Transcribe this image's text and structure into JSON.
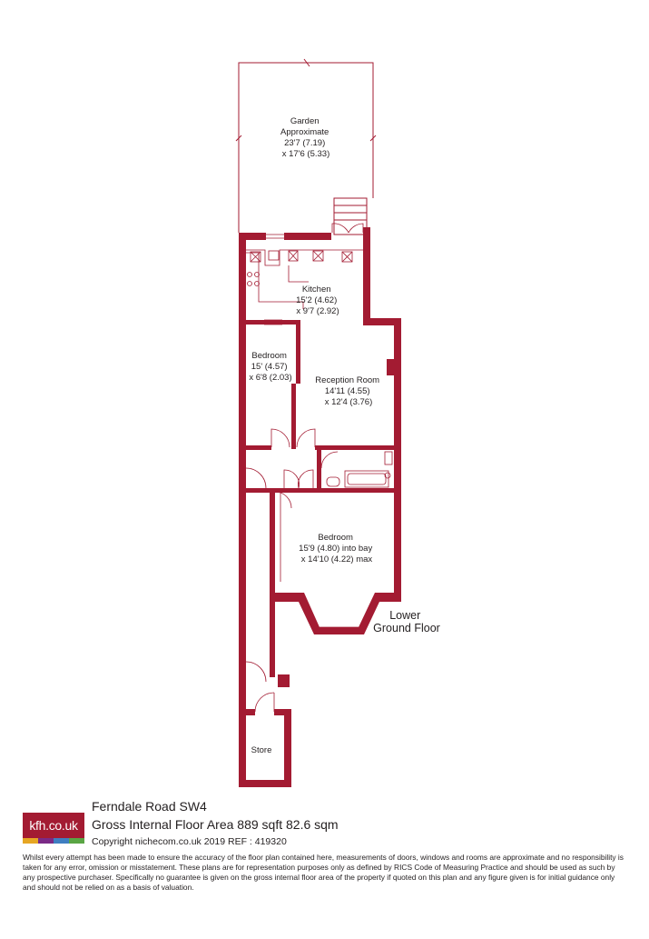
{
  "property": {
    "address": "Ferndale Road  SW4",
    "floor_area": "Gross Internal Floor Area 889 sqft 82.6 sqm",
    "copyright": "Copyright nichecom.co.uk 2019 REF : 419320"
  },
  "logo": {
    "text": "kfh.co.uk",
    "stripe_colors": [
      "#e6a623",
      "#7a2a86",
      "#3f7ec1",
      "#5aa544"
    ]
  },
  "disclaimer": "Whilst every attempt has been made to ensure the accuracy of the floor plan contained here, measurements of doors, windows and rooms are approximate and no responsibility is taken for any error, omission or misstatement.  These plans are for representation purposes only as defined by RICS Code of Measuring Practice and should be used as such by any prospective purchaser.  Specifically no guarantee is given on the gross internal floor area of the property if quoted on this plan and any figure given is for initial guidance only and should not be relied on as a basis of valuation.",
  "rooms": {
    "garden": [
      "Garden",
      "Approximate",
      "23'7 (7.19)",
      "x 17'6 (5.33)"
    ],
    "kitchen": [
      "Kitchen",
      "15'2 (4.62)",
      "x 9'7 (2.92)"
    ],
    "bedroom_small": [
      "Bedroom",
      "15' (4.57)",
      "x 6'8 (2.03)"
    ],
    "reception": [
      "Reception Room",
      "14'11 (4.55)",
      "x 12'4 (3.76)"
    ],
    "bedroom_main": [
      "Bedroom",
      "15'9 (4.80) into bay",
      "x 14'10 (4.22) max"
    ],
    "store": [
      "Store"
    ]
  },
  "floor": [
    "Lower",
    "Ground Floor"
  ],
  "colors": {
    "wall": "#a31b32",
    "text": "#231f20"
  }
}
